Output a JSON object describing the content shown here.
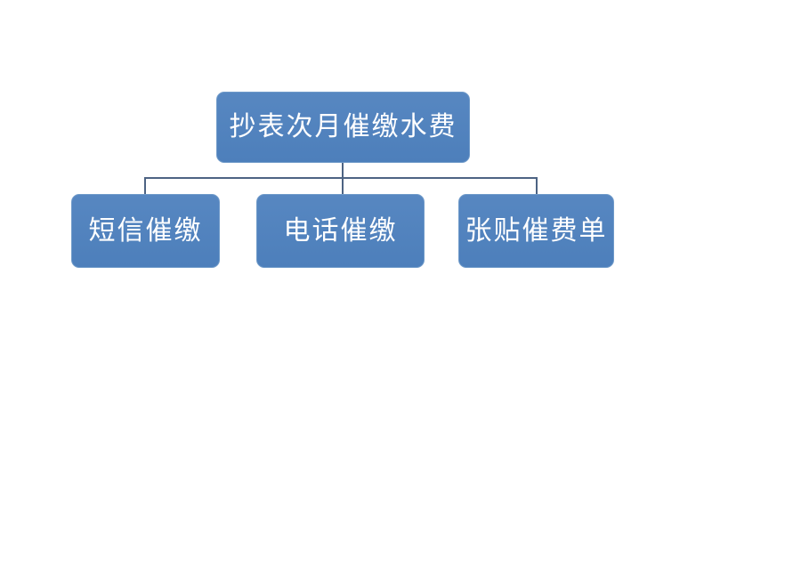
{
  "page": {
    "background": "#ffffff"
  },
  "colors": {
    "node_fill": "#4F81BD",
    "node_border": "#6F9AC9",
    "node_text": "#FFFFFF",
    "connector": "#4D6383"
  },
  "diagram": {
    "type": "org-chart",
    "root": {
      "label": "抄表次月催缴水费"
    },
    "children": [
      {
        "label": "短信催缴"
      },
      {
        "label": "电话催缴"
      },
      {
        "label": "张贴催费单"
      }
    ]
  }
}
